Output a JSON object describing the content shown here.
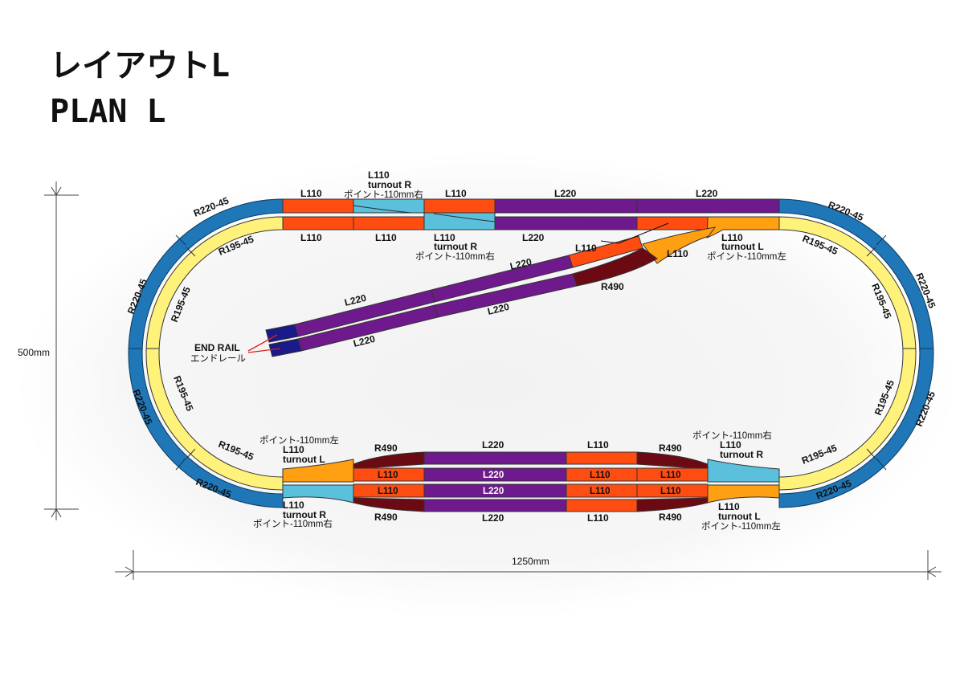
{
  "title": {
    "line1": "レイアウトL",
    "line2": "PLAN L"
  },
  "dimensions": {
    "height_label": "500mm",
    "width_label": "1250mm"
  },
  "colors": {
    "r220": "#1f77b8",
    "r195": "#fff27a",
    "l110": "#ff4d12",
    "l220": "#6e1a8c",
    "turnout_r": "#5bc0dc",
    "turnout_l": "#ff9f12",
    "r490": "#6b0a12",
    "end_rail": "#1a1a8a",
    "pointer": "#e0201c"
  },
  "labels": {
    "r220_45": "R220-45",
    "r195_45": "R195-45",
    "l110": "L110",
    "l220": "L220",
    "r490": "R490",
    "turnout_r": "turnout R",
    "turnout_l": "turnout L",
    "point_right": "ポイント-110mm右",
    "point_left": "ポイント-110mm左",
    "end_rail": "END RAIL",
    "end_rail_jp": "エンドレール"
  }
}
